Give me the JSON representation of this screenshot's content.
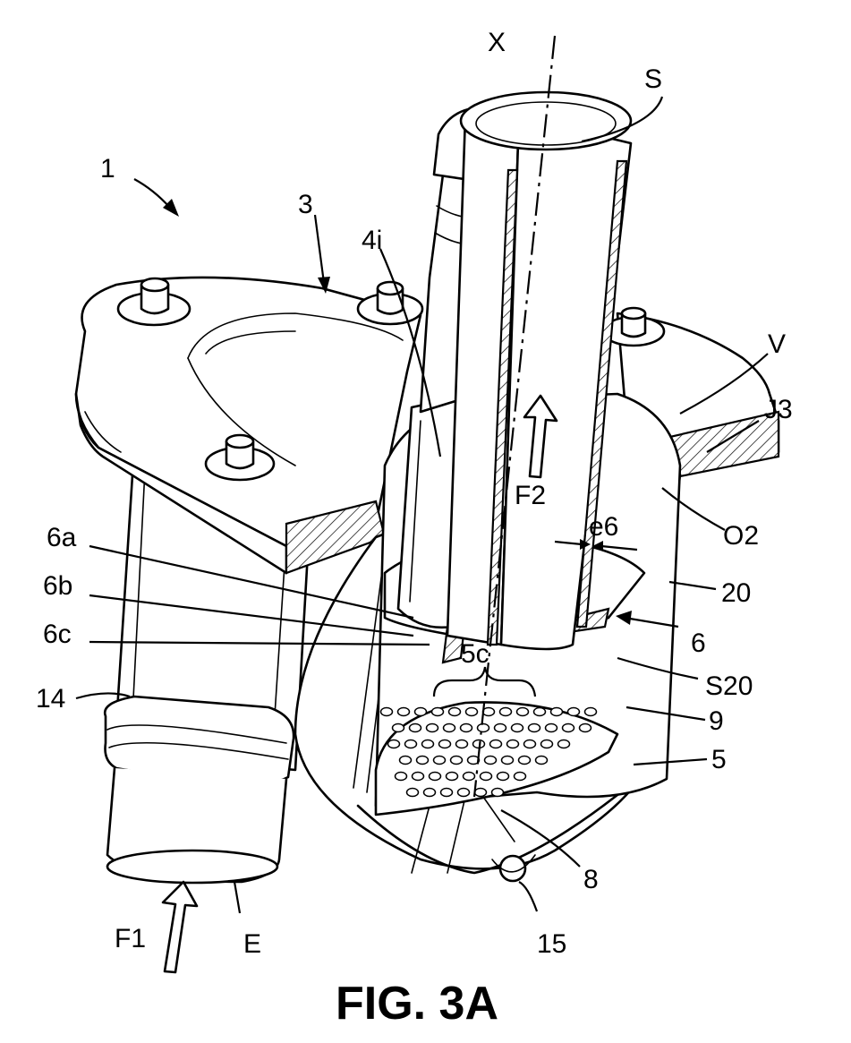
{
  "figure": {
    "caption": "FIG. 3A",
    "labels": {
      "device": "1",
      "cover": "3",
      "inner_part": "4i",
      "axis": "X",
      "outlet": "S",
      "volume": "V",
      "seal_j3": "J3",
      "opening_o2": "O2",
      "body_20": "20",
      "element_6": "6",
      "surface_s20": "S20",
      "chamber_9": "9",
      "grid_5": "5",
      "rib_8": "8",
      "port_15": "15",
      "inlet": "E",
      "inlet_pipe": "14",
      "flow_in": "F1",
      "flow_out": "F2",
      "thickness_e6": "e6",
      "part_6a": "6a",
      "part_6b": "6b",
      "part_6c": "6c",
      "perforation_5c": "5c"
    }
  }
}
